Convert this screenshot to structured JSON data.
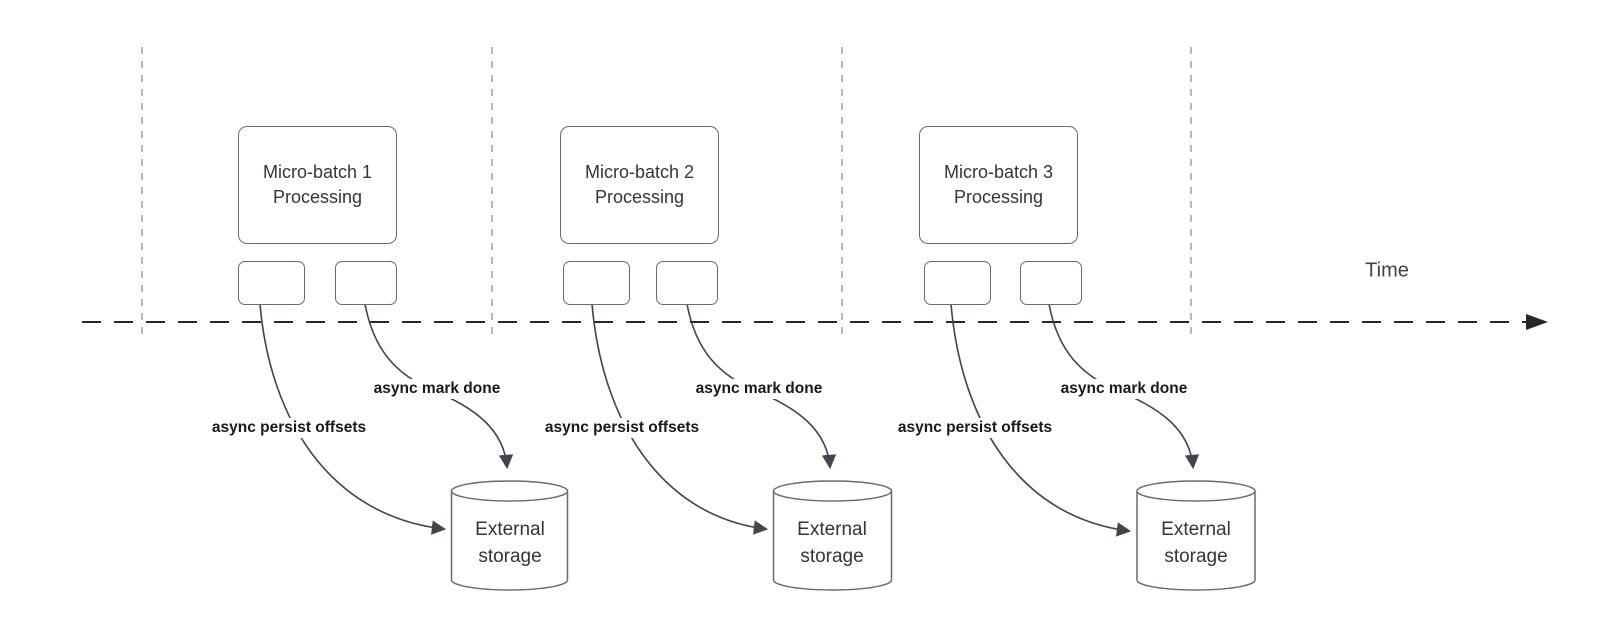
{
  "timeline": {
    "label": "Time"
  },
  "groups": [
    {
      "box_label": "Micro-batch 1\nProcessing",
      "persist_label": "async persist offsets",
      "mark_label": "async mark done",
      "storage_label": "External\nstorage"
    },
    {
      "box_label": "Micro-batch 2\nProcessing",
      "persist_label": "async persist offsets",
      "mark_label": "async mark done",
      "storage_label": "External\nstorage"
    },
    {
      "box_label": "Micro-batch 3\nProcessing",
      "persist_label": "async persist offsets",
      "mark_label": "async mark done",
      "storage_label": "External\nstorage"
    }
  ],
  "colors": {
    "background": "#ffffff",
    "guide_line": "#b5b9bd",
    "time_axis": "#24282e",
    "arrow_curve": "#3f464e",
    "shape_border": "#666c74",
    "shape_text": "#30363c",
    "flow_label_text": "#17191c"
  }
}
